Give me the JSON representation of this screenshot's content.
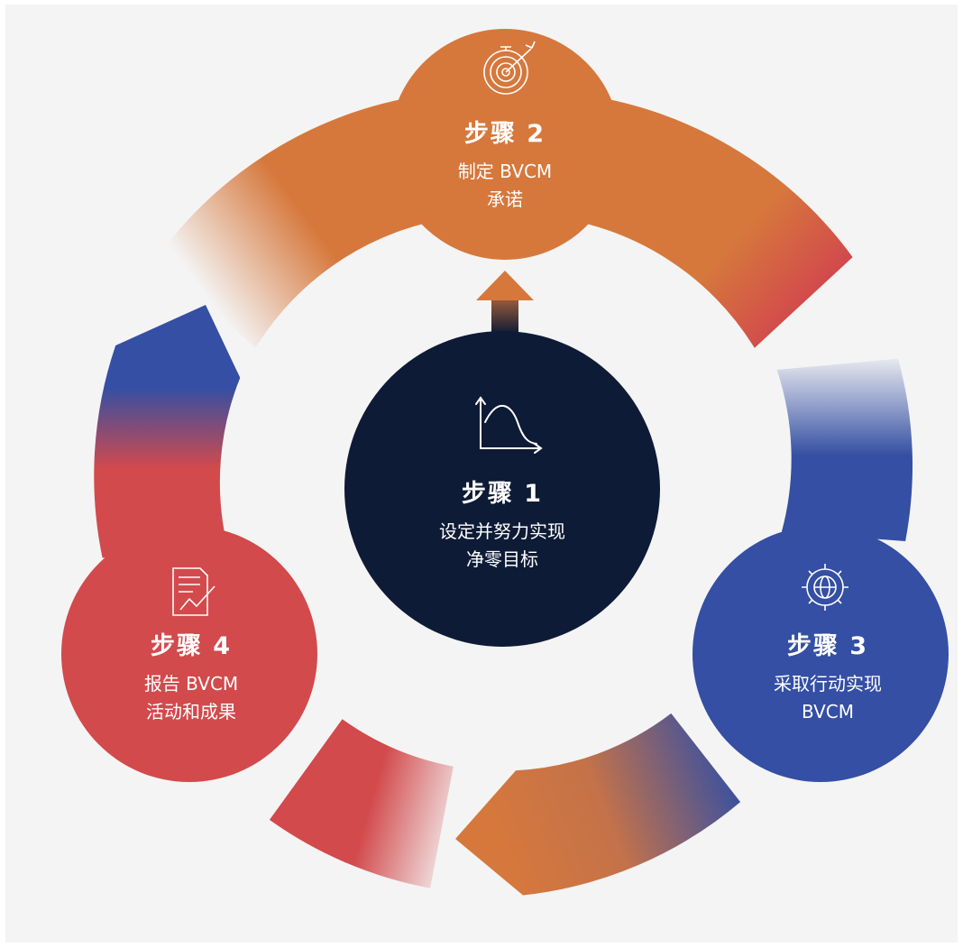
{
  "steps": [
    {
      "id": 1,
      "title": "步骤 1",
      "lines": [
        "设定并努力实现",
        "净零目标"
      ],
      "color": "#0e1b36",
      "icon": "chart-curve-icon"
    },
    {
      "id": 2,
      "title": "步骤 2",
      "lines": [
        "制定 BVCM",
        "承诺"
      ],
      "color": "#d6783c",
      "icon": "target-icon"
    },
    {
      "id": 3,
      "title": "步骤 3",
      "lines": [
        "采取行动实现",
        "BVCM"
      ],
      "color": "#344fa3",
      "icon": "gear-globe-icon"
    },
    {
      "id": 4,
      "title": "步骤 4",
      "lines": [
        "报告 BVCM",
        "活动和成果"
      ],
      "color": "#d24a4c",
      "icon": "report-document-icon"
    }
  ],
  "colors": {
    "orange": "#d6783c",
    "red": "#d24a4c",
    "blue": "#344fa3",
    "navy": "#0e1b36",
    "background": "#f4f4f4"
  }
}
